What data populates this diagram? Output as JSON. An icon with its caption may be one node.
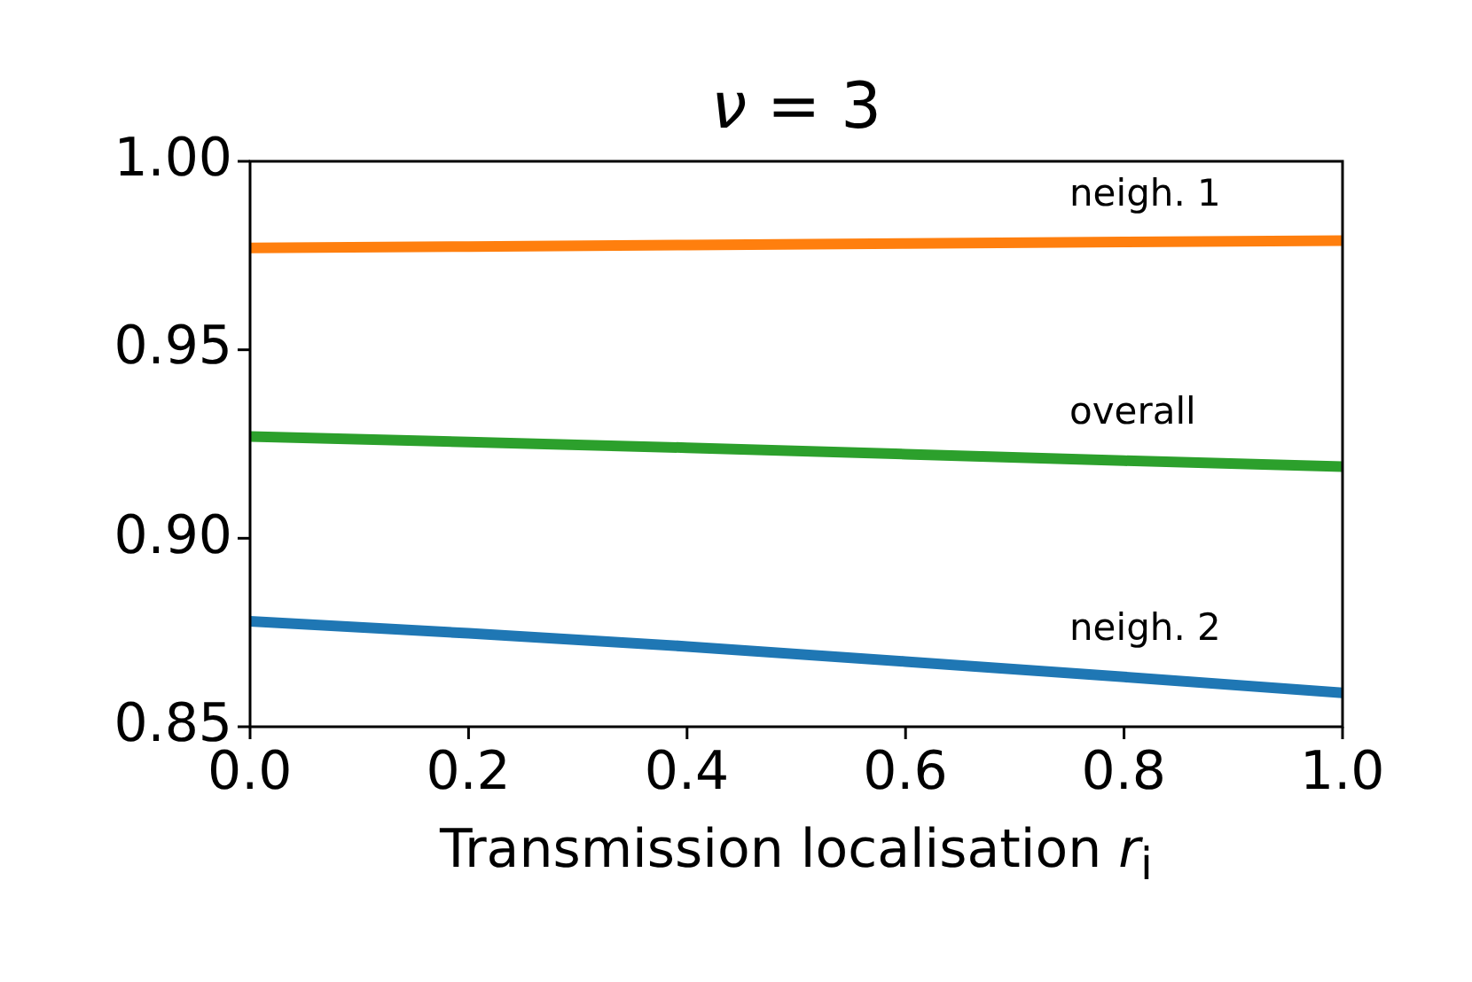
{
  "diagram": {
    "chart_data": {
      "type": "line",
      "title": "*ν* = 3",
      "xlabel": "Transmission localisation *r*$_{i}$",
      "x": [
        0,
        0.2,
        0.4,
        0.6,
        0.8,
        1.0
      ],
      "series": [
        {
          "name": "neigh. 1",
          "color": "#ff7f0e",
          "values": [
            0.977,
            0.9774,
            0.9778,
            0.9782,
            0.9786,
            0.979
          ]
        },
        {
          "name": "overall",
          "color": "#2ca02c",
          "values": [
            0.927,
            0.9255,
            0.924,
            0.9223,
            0.9206,
            0.919
          ]
        },
        {
          "name": "neigh. 2",
          "color": "#1f77b4",
          "values": [
            0.878,
            0.8748,
            0.8713,
            0.8673,
            0.8632,
            0.859
          ]
        }
      ],
      "xlim": [
        0,
        1
      ],
      "ylim": [
        0.85,
        1.0
      ],
      "xticks": [
        {
          "value": 0,
          "label": "0.0"
        },
        {
          "value": 0.2,
          "label": "0.2"
        },
        {
          "value": 0.4,
          "label": "0.4"
        },
        {
          "value": 0.6,
          "label": "0.6"
        },
        {
          "value": 0.8,
          "label": "0.8"
        },
        {
          "value": 1.0,
          "label": "1.0"
        }
      ],
      "yticks": [
        {
          "value": 0.85,
          "label": "0.85"
        },
        {
          "value": 0.9,
          "label": "0.90"
        },
        {
          "value": 0.95,
          "label": "0.95"
        },
        {
          "value": 1.0,
          "label": "1.00"
        }
      ]
    }
  }
}
